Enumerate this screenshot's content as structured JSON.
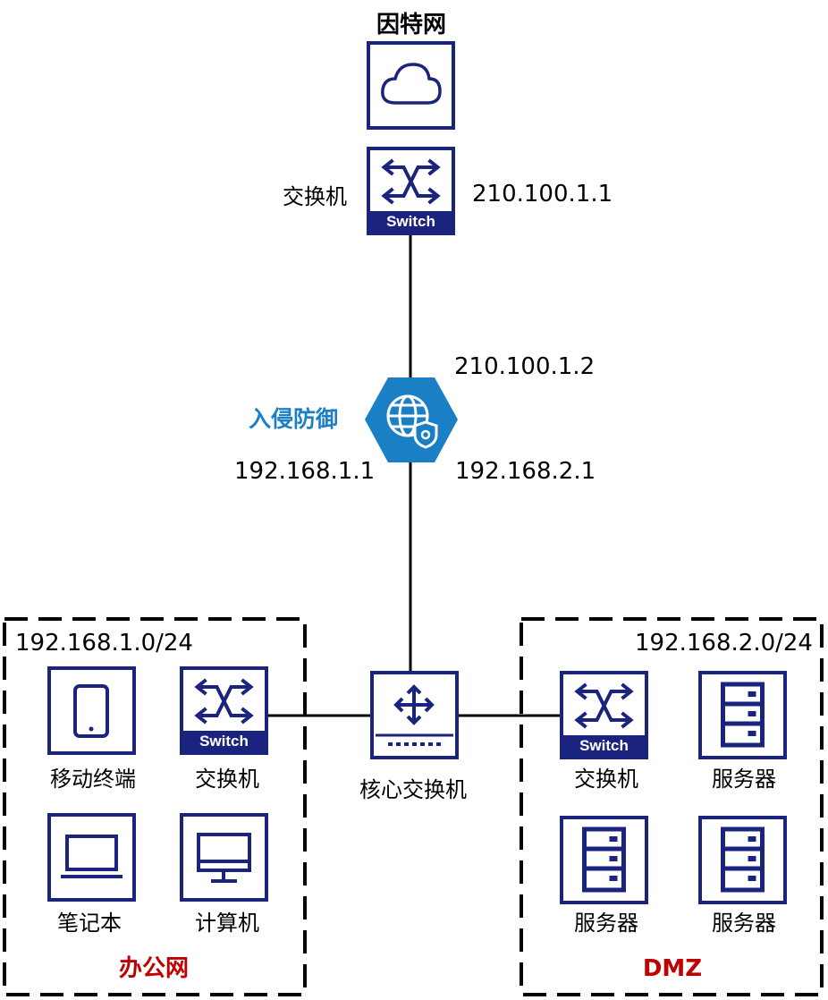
{
  "internet": {
    "label": "因特网",
    "icon": "cloud-icon"
  },
  "edge_switch": {
    "label": "交换机",
    "badge": "Switch",
    "ip": "210.100.1.1",
    "icon": "switch-icon"
  },
  "ips_device": {
    "label": "入侵防御",
    "ip_top": "210.100.1.2",
    "ip_left": "192.168.1.1",
    "ip_right": "192.168.2.1",
    "icon": "globe-shield-icon"
  },
  "core_switch": {
    "label": "核心交换机",
    "icon": "router-arrows-icon"
  },
  "office_zone": {
    "name": "办公网",
    "subnet": "192.168.1.0/24",
    "devices": [
      {
        "label": "移动终端",
        "icon": "mobile-phone-icon"
      },
      {
        "label": "交换机",
        "badge": "Switch",
        "icon": "switch-icon"
      },
      {
        "label": "笔记本",
        "icon": "laptop-icon"
      },
      {
        "label": "计算机",
        "icon": "monitor-icon"
      }
    ]
  },
  "dmz_zone": {
    "name": "DMZ",
    "subnet": "192.168.2.0/24",
    "devices": [
      {
        "label": "交换机",
        "badge": "Switch",
        "icon": "switch-icon"
      },
      {
        "label": "服务器",
        "icon": "server-icon"
      },
      {
        "label": "服务器",
        "icon": "server-icon"
      },
      {
        "label": "服务器",
        "icon": "server-icon"
      }
    ]
  },
  "colors": {
    "device": "#1a237e",
    "ids_fill": "#1a7fc4",
    "zone_label": "#c00000",
    "ids_label": "#1a7fc4"
  }
}
